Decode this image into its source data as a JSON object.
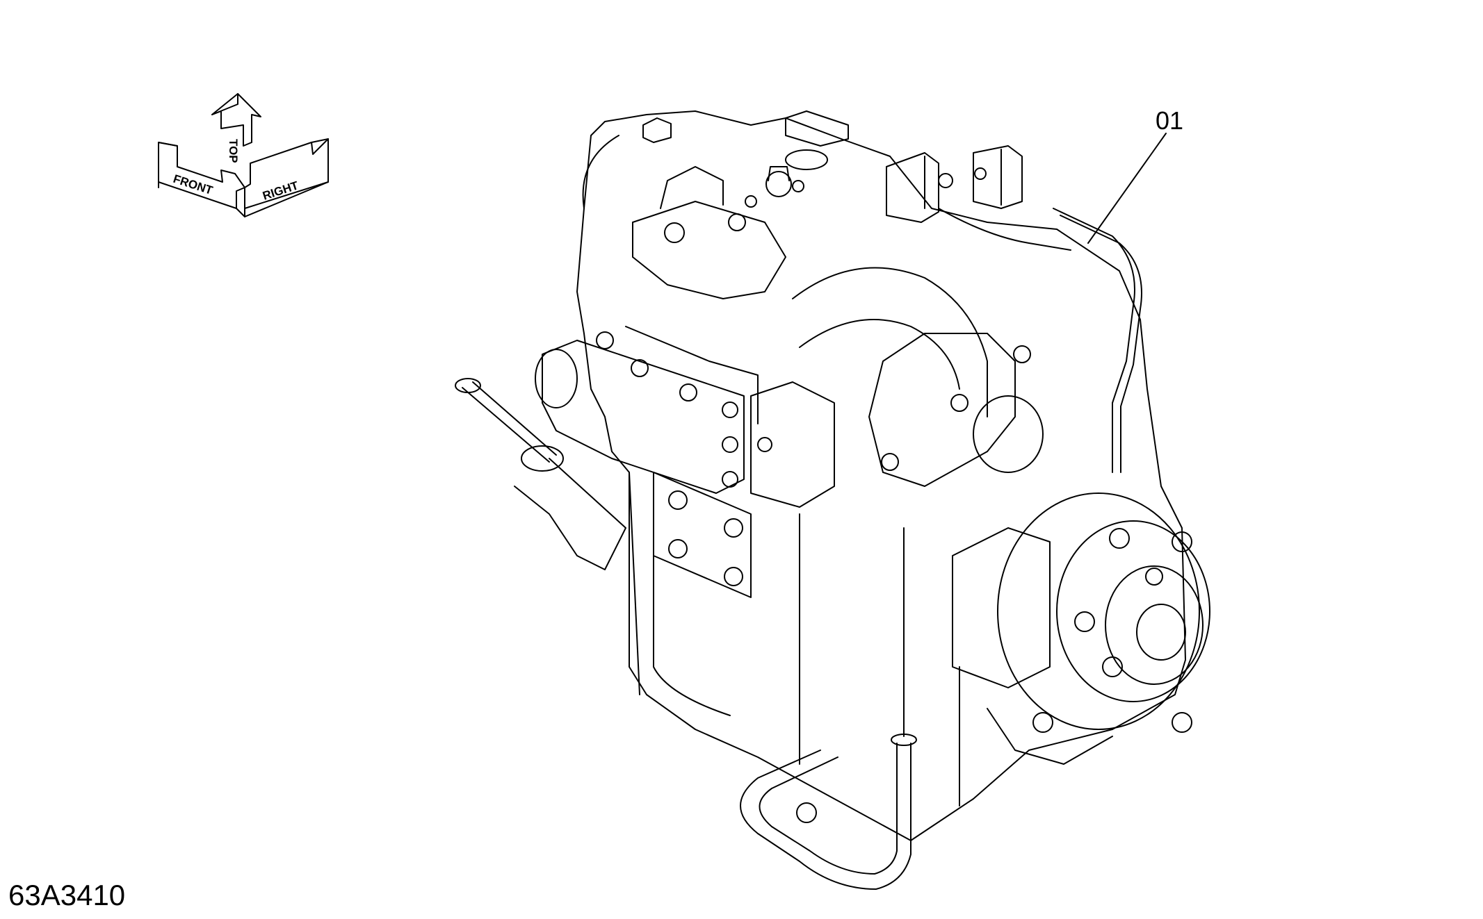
{
  "orientation_indicator": {
    "front_label": "FRONT",
    "top_label": "TOP",
    "right_label": "RIGHT"
  },
  "callouts": [
    {
      "label": "01"
    }
  ],
  "figure_id": "63A3410"
}
